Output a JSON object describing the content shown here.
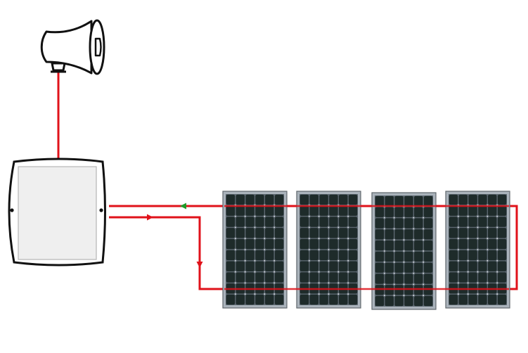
{
  "diagram": {
    "nodes": [
      {
        "id": "horn",
        "icon": "horn-speaker-icon"
      },
      {
        "id": "controller",
        "icon": "controller-box-icon"
      },
      {
        "id": "panel-1",
        "icon": "solar-panel-icon"
      },
      {
        "id": "panel-2",
        "icon": "solar-panel-icon"
      },
      {
        "id": "panel-3",
        "icon": "solar-panel-icon"
      },
      {
        "id": "panel-4",
        "icon": "solar-panel-icon"
      }
    ],
    "edges": [
      {
        "id": "controller-to-horn",
        "from": "controller",
        "to": "horn"
      },
      {
        "id": "panel-return",
        "from": "panel-4",
        "to": "controller",
        "arrow_color": "#1f9a2a"
      },
      {
        "id": "controller-out",
        "from": "controller",
        "to": "panel-1",
        "arrow_color": "#e0121a"
      }
    ],
    "colors": {
      "wire": "#e0121a",
      "return_arrow": "#1f9a2a",
      "panel_frame": "#aab3bb",
      "panel_cell": "#1e2b2a",
      "controller_fill": "#f0f0f0",
      "outline": "#111111"
    },
    "panel_grid": {
      "rows": 10,
      "cols": 6
    }
  }
}
